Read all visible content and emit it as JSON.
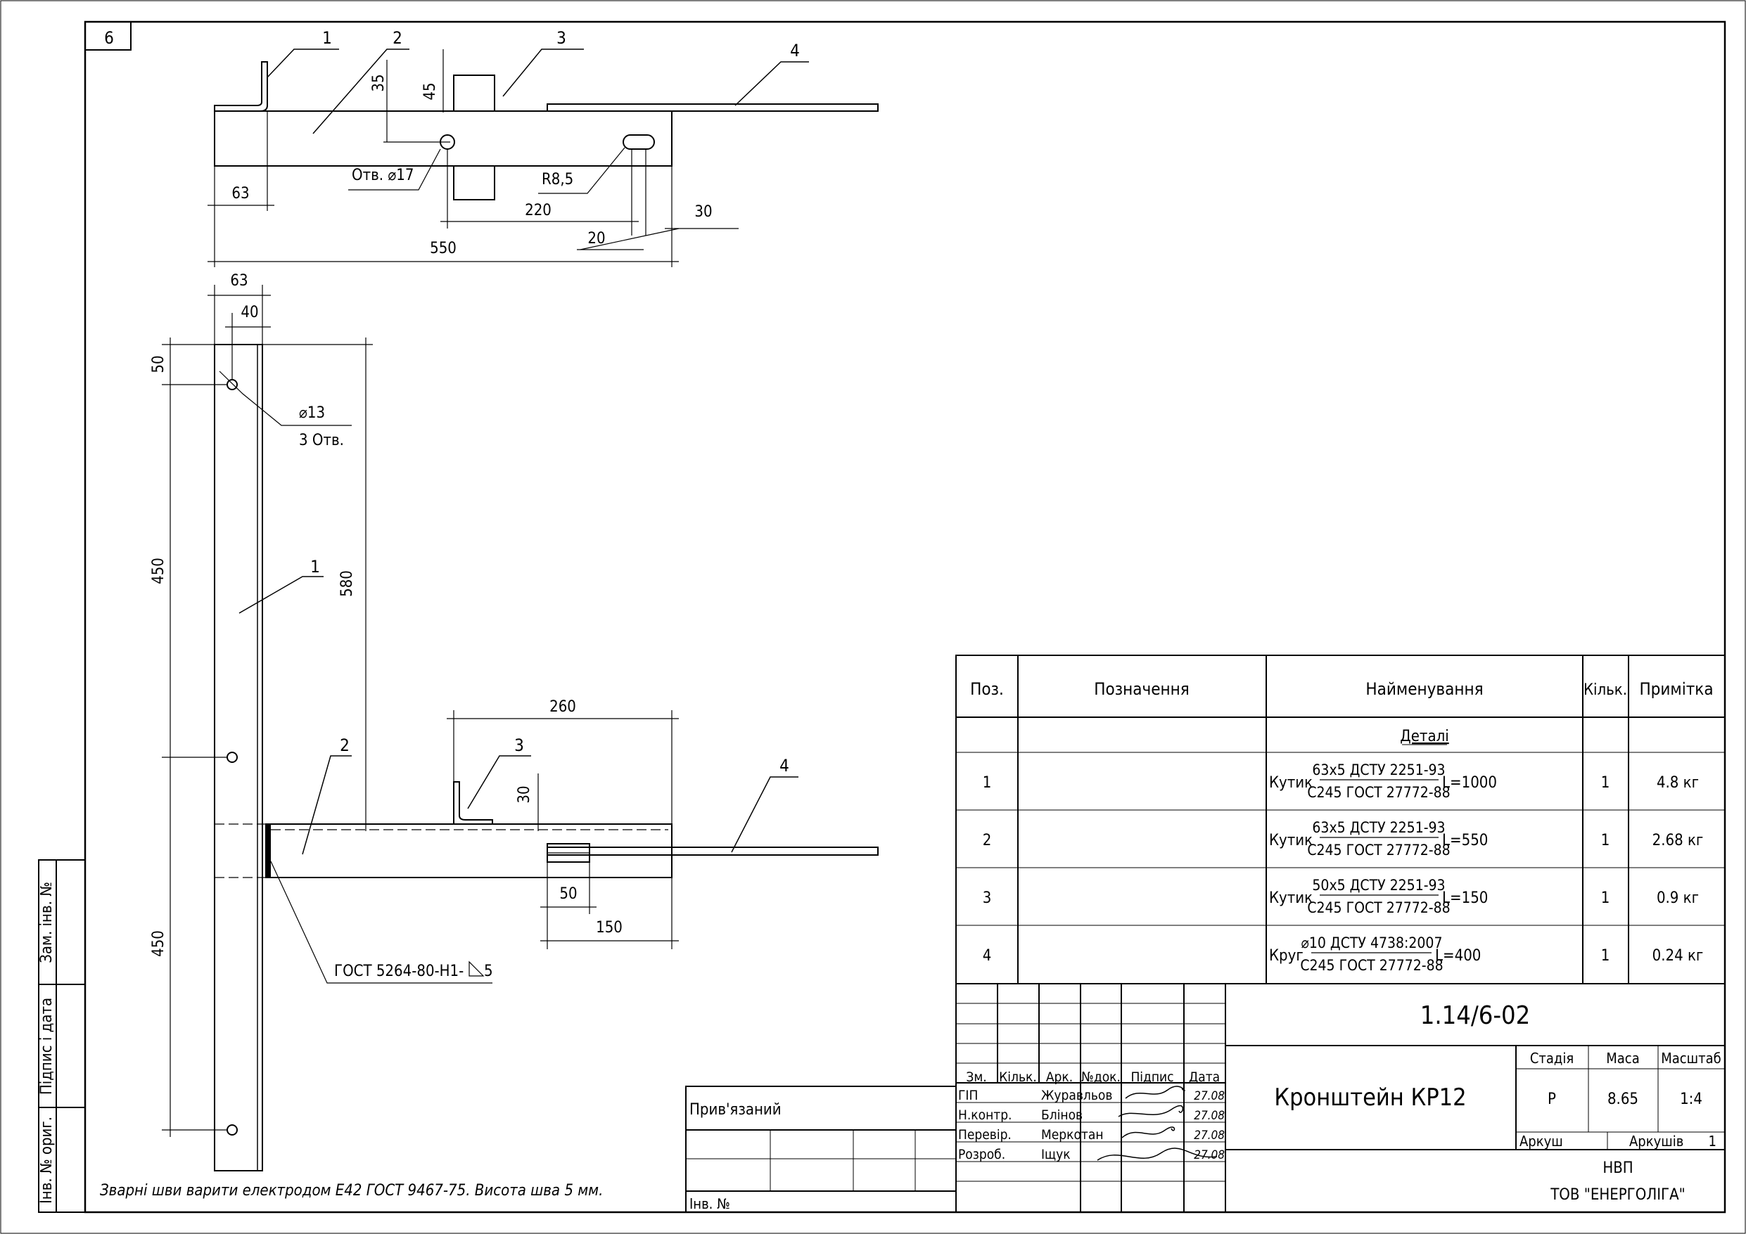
{
  "sheet_number": "6",
  "side_stamp": {
    "replaced_inv": "Зам. інв. №",
    "sign_date": "Підпис і дата",
    "orig_inv": "Інв. № ориг."
  },
  "note": "Зварні шви варити електродом Е42 ГОСТ 9467-75. Висота шва 5 мм.",
  "top_view": {
    "pos_labels": [
      "1",
      "2",
      "3",
      "4"
    ],
    "dims": {
      "d63": "63",
      "d35": "35",
      "d45": "45",
      "hole": "Отв. ⌀17",
      "slot_r": "R8,5",
      "d220": "220",
      "d550": "550",
      "d20": "20",
      "d30": "30"
    }
  },
  "front_view": {
    "pos_labels": [
      "1",
      "2",
      "3",
      "4"
    ],
    "dims": {
      "d63": "63",
      "d40": "40",
      "d50a": "50",
      "hole_dia": "⌀13",
      "hole_count": "3 Отв.",
      "d450a": "450",
      "d580": "580",
      "d450b": "450",
      "d260": "260",
      "d30": "30",
      "d50b": "50",
      "d150": "150"
    },
    "weld_label": "ГОСТ 5264-80-Н1-",
    "weld_size": "5"
  },
  "spec_table": {
    "headers": {
      "pos": "Поз.",
      "designation": "Позначення",
      "name": "Найменування",
      "qty": "Кільк.",
      "note": "Примітка"
    },
    "section": "Деталі",
    "rows": [
      {
        "pos": "1",
        "name": "Кутик",
        "top": "63х5 ДСТУ 2251-93",
        "bottom": "С245 ГОСТ 27772-88",
        "length": "L=1000",
        "qty": "1",
        "note": "4.8 кг"
      },
      {
        "pos": "2",
        "name": "Кутик",
        "top": "63х5 ДСТУ 2251-93",
        "bottom": "С245 ГОСТ 27772-88",
        "length": "L=550",
        "qty": "1",
        "note": "2.68 кг"
      },
      {
        "pos": "3",
        "name": "Кутик",
        "top": "50х5 ДСТУ 2251-93",
        "bottom": "С245 ГОСТ 27772-88",
        "length": "L=150",
        "qty": "1",
        "note": "0.9 кг"
      },
      {
        "pos": "4",
        "name": "Круг",
        "top": "⌀10 ДСТУ 4738:2007",
        "bottom": "С245 ГОСТ 27772-88",
        "length": "L=400",
        "qty": "1",
        "note": "0.24 кг"
      }
    ]
  },
  "title_block": {
    "doc_code": "1.14/6-02",
    "title": "Кронштейн КР12",
    "col_heads": [
      "Зм.",
      "Кільк.",
      "Арк.",
      "№док.",
      "Підпис",
      "Дата"
    ],
    "people": [
      {
        "role": "ГІП",
        "name": "Журавльов",
        "date": "27.08"
      },
      {
        "role": "Н.контр.",
        "name": "Блінов",
        "date": "27.08"
      },
      {
        "role": "Перевір.",
        "name": "Меркотан",
        "date": "27.08"
      },
      {
        "role": "Розроб.",
        "name": "Іщук",
        "date": "27.08"
      }
    ],
    "stage_head": "Стадія",
    "mass_head": "Маса",
    "scale_head": "Масштаб",
    "stage": "Р",
    "mass": "8.65",
    "scale": "1:4",
    "sheet_label": "Аркуш",
    "sheets_label": "Аркушів",
    "sheets_count": "1",
    "org_line1": "НВП",
    "org_line2": "ТОВ \"ЕНЕРГОЛІГА\""
  },
  "binding": {
    "linked": "Прив'язаний",
    "inv": "Інв. №"
  }
}
